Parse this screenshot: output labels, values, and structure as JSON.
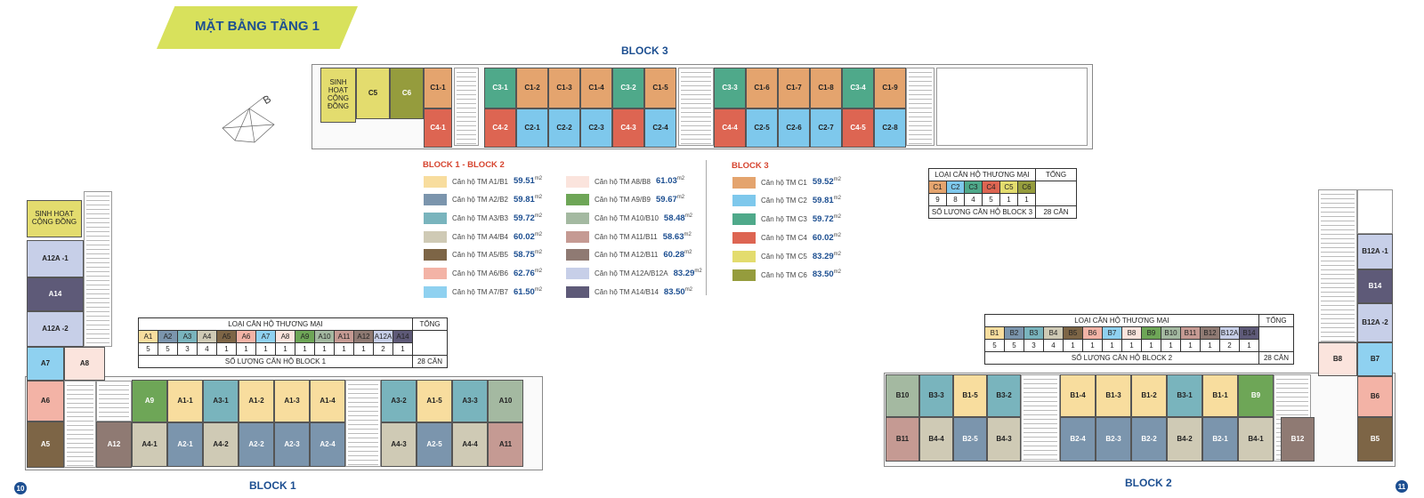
{
  "title": "MẶT BẰNG TẦNG 1",
  "block_labels": {
    "b1": "BLOCK 1",
    "b2": "BLOCK 2",
    "b3": "BLOCK 3"
  },
  "page_numbers": {
    "left": "10",
    "right": "11"
  },
  "compass": {
    "letter": "B"
  },
  "community": {
    "b3": "SINH HOẠT CỘNG ĐỒNG",
    "b1": "SINH HOẠT CỘNG ĐỒNG"
  },
  "colors": {
    "C1": "#e4a46e",
    "C2": "#7ec8ec",
    "C3": "#4fa98a",
    "C4": "#dd6552",
    "C5": "#e3dc6e",
    "C6": "#959c3d",
    "A1": "#f8dd9e",
    "A2": "#7b95ad",
    "A3": "#79b4bd",
    "A4": "#cfcab5",
    "A5": "#7d6546",
    "A6": "#f3b3a6",
    "A7": "#8fd1f0",
    "A8": "#fbe4dd",
    "A9": "#6ea657",
    "A10": "#a4b9a1",
    "A11": "#c59a93",
    "A12": "#8f7a73",
    "A12A": "#c7cfe8",
    "A14": "#5e5a78"
  },
  "legend_b12": {
    "heading": "BLOCK 1 - BLOCK 2",
    "col1": [
      {
        "key": "A1",
        "label": "Căn hộ TM A1/B1",
        "area": "59.51"
      },
      {
        "key": "A2",
        "label": "Căn hộ TM A2/B2",
        "area": "59.81"
      },
      {
        "key": "A3",
        "label": "Căn hộ TM A3/B3",
        "area": "59.72"
      },
      {
        "key": "A4",
        "label": "Căn hộ TM A4/B4",
        "area": "60.02"
      },
      {
        "key": "A5",
        "label": "Căn hộ TM A5/B5",
        "area": "58.75"
      },
      {
        "key": "A6",
        "label": "Căn hộ TM A6/B6",
        "area": "62.76"
      },
      {
        "key": "A7",
        "label": "Căn hộ TM A7/B7",
        "area": "61.50"
      }
    ],
    "col2": [
      {
        "key": "A8",
        "label": "Căn hộ TM A8/B8",
        "area": "61.03"
      },
      {
        "key": "A9",
        "label": "Căn hộ TM A9/B9",
        "area": "59.67"
      },
      {
        "key": "A10",
        "label": "Căn hộ TM A10/B10",
        "area": "58.48"
      },
      {
        "key": "A11",
        "label": "Căn hộ TM A11/B11",
        "area": "58.63"
      },
      {
        "key": "A12",
        "label": "Căn hộ TM A12/B11",
        "area": "60.28"
      },
      {
        "key": "A12A",
        "label": "Căn hộ TM A12A/B12A",
        "area": "83.29"
      },
      {
        "key": "A14",
        "label": "Căn hộ TM A14/B14",
        "area": "83.50"
      }
    ],
    "unit": "m"
  },
  "legend_b3": {
    "heading": "BLOCK 3",
    "rows": [
      {
        "key": "C1",
        "label": "Căn hộ TM C1",
        "area": "59.52"
      },
      {
        "key": "C2",
        "label": "Căn hộ TM C2",
        "area": "59.81"
      },
      {
        "key": "C3",
        "label": "Căn hộ TM C3",
        "area": "59.72"
      },
      {
        "key": "C4",
        "label": "Căn hộ TM C4",
        "area": "60.02"
      },
      {
        "key": "C5",
        "label": "Căn hộ TM C5",
        "area": "83.29"
      },
      {
        "key": "C6",
        "label": "Căn hộ TM C6",
        "area": "83.50"
      }
    ]
  },
  "summary_b3": {
    "header": "LOẠI CĂN HỘ THƯƠNG MẠI",
    "total_header": "TỔNG",
    "types": [
      "C1",
      "C2",
      "C3",
      "C4",
      "C5",
      "C6"
    ],
    "counts": [
      "9",
      "8",
      "4",
      "5",
      "1",
      "1"
    ],
    "footer": "SỐ LƯỢNG CĂN HỘ BLOCK 3",
    "total": "28 CĂN"
  },
  "summary_b1": {
    "header": "LOẠI CĂN HỘ THƯƠNG MẠI",
    "total_header": "TỔNG",
    "types": [
      "A1",
      "A2",
      "A3",
      "A4",
      "A5",
      "A6",
      "A7",
      "A8",
      "A9",
      "A10",
      "A11",
      "A12",
      "A12A",
      "A14"
    ],
    "counts": [
      "5",
      "5",
      "3",
      "4",
      "1",
      "1",
      "1",
      "1",
      "1",
      "1",
      "1",
      "1",
      "2",
      "1"
    ],
    "footer": "SỐ LƯỢNG CĂN HỘ BLOCK 1",
    "total": "28 CĂN"
  },
  "summary_b2": {
    "header": "LOẠI CĂN HỘ THƯƠNG MẠI",
    "total_header": "TỔNG",
    "types": [
      "B1",
      "B2",
      "B3",
      "B4",
      "B5",
      "B6",
      "B7",
      "B8",
      "B9",
      "B10",
      "B11",
      "B12",
      "B12A",
      "B14"
    ],
    "counts": [
      "5",
      "5",
      "3",
      "4",
      "1",
      "1",
      "1",
      "1",
      "1",
      "1",
      "1",
      "1",
      "2",
      "1"
    ],
    "footer": "SỐ LƯỢNG CĂN HỘ BLOCK 2",
    "total": "28 CĂN"
  },
  "plan_b3_units": [
    {
      "l": "C5",
      "c": "C5"
    },
    {
      "l": "C6",
      "c": "C6"
    },
    {
      "l": "C1-1",
      "c": "C1"
    },
    {
      "l": "C4-1",
      "c": "C4"
    },
    {
      "l": "C3-1",
      "c": "C3"
    },
    {
      "l": "C1-2",
      "c": "C1"
    },
    {
      "l": "C1-3",
      "c": "C1"
    },
    {
      "l": "C1-4",
      "c": "C1"
    },
    {
      "l": "C3-2",
      "c": "C3"
    },
    {
      "l": "C1-5",
      "c": "C1"
    },
    {
      "l": "C4-2",
      "c": "C4"
    },
    {
      "l": "C2-1",
      "c": "C2"
    },
    {
      "l": "C2-2",
      "c": "C2"
    },
    {
      "l": "C2-3",
      "c": "C2"
    },
    {
      "l": "C4-3",
      "c": "C4"
    },
    {
      "l": "C2-4",
      "c": "C2"
    },
    {
      "l": "C3-3",
      "c": "C3"
    },
    {
      "l": "C1-6",
      "c": "C1"
    },
    {
      "l": "C1-7",
      "c": "C1"
    },
    {
      "l": "C1-8",
      "c": "C1"
    },
    {
      "l": "C3-4",
      "c": "C3"
    },
    {
      "l": "C1-9",
      "c": "C1"
    },
    {
      "l": "C4-4",
      "c": "C4"
    },
    {
      "l": "C2-5",
      "c": "C2"
    },
    {
      "l": "C2-6",
      "c": "C2"
    },
    {
      "l": "C2-7",
      "c": "C2"
    },
    {
      "l": "C4-5",
      "c": "C4"
    },
    {
      "l": "C2-8",
      "c": "C2"
    }
  ],
  "plan_b1_units": [
    {
      "l": "A12A -1",
      "c": "A12A"
    },
    {
      "l": "A14",
      "c": "A14"
    },
    {
      "l": "A12A -2",
      "c": "A12A"
    },
    {
      "l": "A7",
      "c": "A7"
    },
    {
      "l": "A8",
      "c": "A8"
    },
    {
      "l": "A6",
      "c": "A6"
    },
    {
      "l": "A5",
      "c": "A5"
    },
    {
      "l": "A12",
      "c": "A12"
    },
    {
      "l": "A9",
      "c": "A9"
    },
    {
      "l": "A1-1",
      "c": "A1"
    },
    {
      "l": "A3-1",
      "c": "A3"
    },
    {
      "l": "A1-2",
      "c": "A1"
    },
    {
      "l": "A1-3",
      "c": "A1"
    },
    {
      "l": "A1-4",
      "c": "A1"
    },
    {
      "l": "A4-1",
      "c": "A4"
    },
    {
      "l": "A2-1",
      "c": "A2"
    },
    {
      "l": "A4-2",
      "c": "A4"
    },
    {
      "l": "A2-2",
      "c": "A2"
    },
    {
      "l": "A2-3",
      "c": "A2"
    },
    {
      "l": "A2-4",
      "c": "A2"
    },
    {
      "l": "A3-2",
      "c": "A3"
    },
    {
      "l": "A1-5",
      "c": "A1"
    },
    {
      "l": "A3-3",
      "c": "A3"
    },
    {
      "l": "A10",
      "c": "A10"
    },
    {
      "l": "A4-3",
      "c": "A4"
    },
    {
      "l": "A2-5",
      "c": "A2"
    },
    {
      "l": "A4-4",
      "c": "A4"
    },
    {
      "l": "A11",
      "c": "A11"
    }
  ],
  "plan_b2_units": [
    {
      "l": "B10",
      "c": "A10"
    },
    {
      "l": "B3-3",
      "c": "A3"
    },
    {
      "l": "B1-5",
      "c": "A1"
    },
    {
      "l": "B3-2",
      "c": "A3"
    },
    {
      "l": "B11",
      "c": "A11"
    },
    {
      "l": "B4-4",
      "c": "A4"
    },
    {
      "l": "B2-5",
      "c": "A2"
    },
    {
      "l": "B4-3",
      "c": "A4"
    },
    {
      "l": "B1-4",
      "c": "A1"
    },
    {
      "l": "B1-3",
      "c": "A1"
    },
    {
      "l": "B1-2",
      "c": "A1"
    },
    {
      "l": "B3-1",
      "c": "A3"
    },
    {
      "l": "B1-1",
      "c": "A1"
    },
    {
      "l": "B9",
      "c": "A9"
    },
    {
      "l": "B2-4",
      "c": "A2"
    },
    {
      "l": "B2-3",
      "c": "A2"
    },
    {
      "l": "B2-2",
      "c": "A2"
    },
    {
      "l": "B4-2",
      "c": "A4"
    },
    {
      "l": "B2-1",
      "c": "A2"
    },
    {
      "l": "B4-1",
      "c": "A4"
    },
    {
      "l": "B12",
      "c": "A12"
    },
    {
      "l": "B5",
      "c": "A5"
    },
    {
      "l": "B6",
      "c": "A6"
    },
    {
      "l": "B7",
      "c": "A7"
    },
    {
      "l": "B8",
      "c": "A8"
    },
    {
      "l": "B12A -2",
      "c": "A12A"
    },
    {
      "l": "B14",
      "c": "A14"
    },
    {
      "l": "B12A -1",
      "c": "A12A"
    }
  ]
}
